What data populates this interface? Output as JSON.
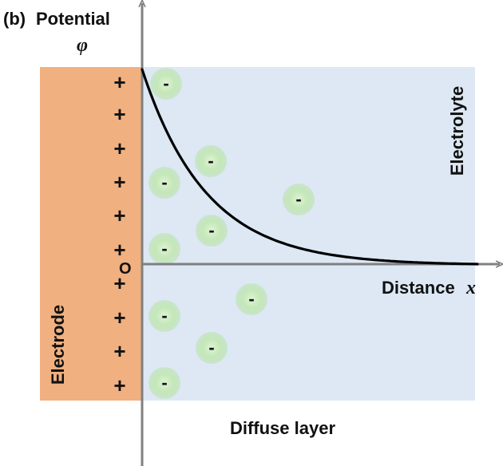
{
  "panel_label": "(b)",
  "y_axis": {
    "title": "Potential",
    "symbol": "φ"
  },
  "origin_label": "O",
  "x_axis": {
    "title": "Distance",
    "symbol": "x"
  },
  "regions": {
    "electrode": {
      "label": "Electrode",
      "color": "#f0b080",
      "label_color": "#d9864a"
    },
    "electrolyte": {
      "label": "Electrolyte",
      "color": "#dde8f4",
      "label_color": "#a9c4e3"
    }
  },
  "bottom_label": "Diffuse layer",
  "electrode_charge": {
    "sign": "+",
    "count": 10
  },
  "anion": {
    "sign": "-",
    "count": 10,
    "color": "#b9e2ad"
  },
  "curve": {
    "description_type": "exponential-decay",
    "color": "#000000"
  },
  "axis_color": "#808080"
}
